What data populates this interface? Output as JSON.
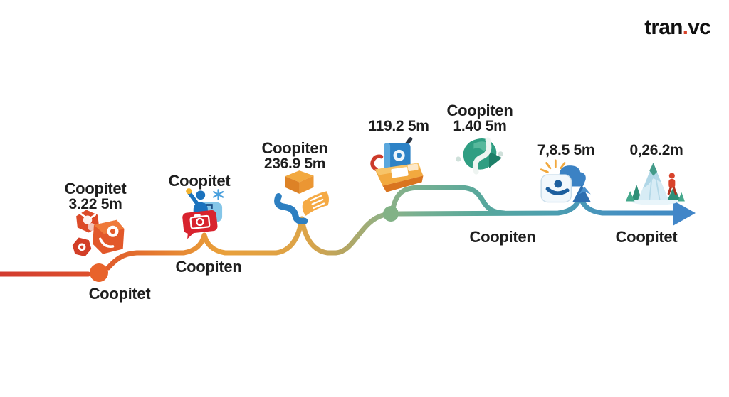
{
  "logo": {
    "prefix": "tran",
    "dot": ".",
    "suffix": "vc",
    "dot_color": "#d8432b"
  },
  "timeline": {
    "gradient": [
      "#d23b2f",
      "#dd4f2c",
      "#e4742e",
      "#e99f3a",
      "#dca448",
      "#b7a560",
      "#93b184",
      "#74af92",
      "#58a89c",
      "#4d9fae",
      "#4590c1",
      "#3d85c6"
    ],
    "start_dot_color": "#e8632b",
    "mid_dot_color": "#82b286",
    "arrow_color": "#4186c8"
  },
  "milestones": [
    {
      "title": "Coopitet",
      "value": "3.22 5m",
      "below": "Coopitet",
      "icon": "stacked-cubes"
    },
    {
      "title": "Coopitet",
      "value": "",
      "below": "Coopiten",
      "icon": "person-camera"
    },
    {
      "title": "Coopiten",
      "value": "236.9 5m",
      "below": "",
      "icon": "ribbon-scroll"
    },
    {
      "title": "",
      "value": "119.2 5m",
      "below": "",
      "icon": "toolbox-book"
    },
    {
      "title": "Coopiten",
      "value": "1.40 5m",
      "below": "Coopiten",
      "icon": "teal-swirl"
    },
    {
      "title": "",
      "value": "7,8.5 5m",
      "below": "",
      "icon": "smiley-box"
    },
    {
      "title": "",
      "value": "0,26.2m",
      "below": "Coopitet",
      "icon": "ice-mountain"
    }
  ]
}
